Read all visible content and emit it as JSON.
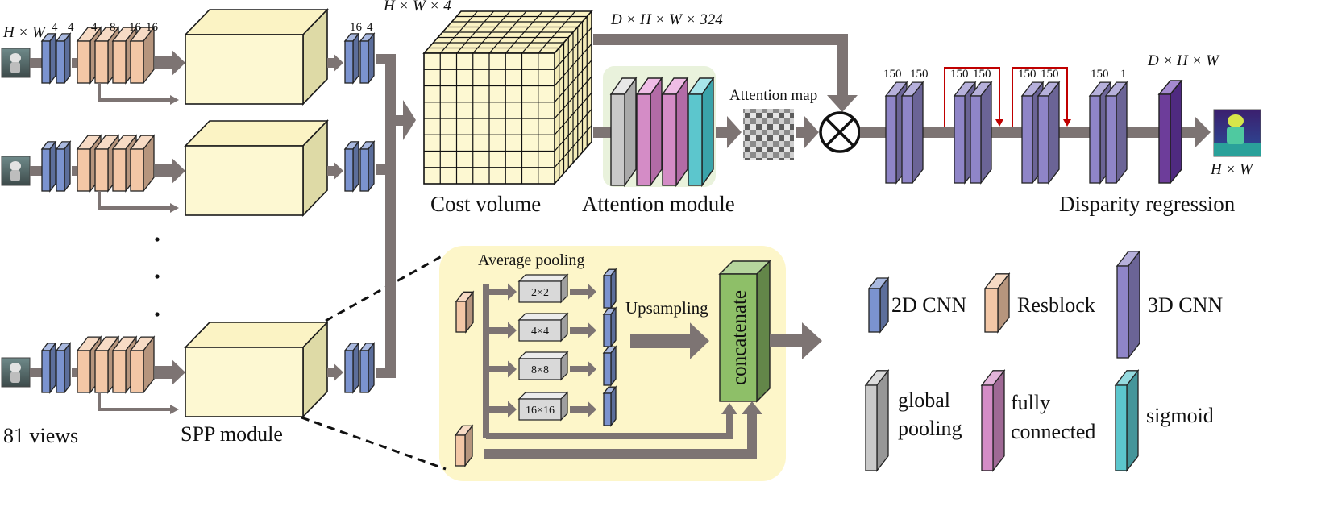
{
  "colors": {
    "cnn2d": "#7b93cf",
    "resblock": "#f3c7a6",
    "cnn3d": "#8f85c8",
    "global_pool": "#c9c9c9",
    "fully_connected": "#d48cc6",
    "sigmoid": "#5cc6cd",
    "concat": "#8ebf68",
    "spp_bg": "#fdf6c9",
    "attn_bg": "#e9f2dc",
    "arrow": "#7d7473",
    "skip_arrow": "#c00000"
  },
  "input": {
    "size_label": "H × W",
    "views_label": "81 views",
    "channel_labels": [
      "4",
      "4",
      "4",
      "8",
      "16",
      "16"
    ],
    "post_spp_channel_labels": [
      "16",
      "4"
    ]
  },
  "spp": {
    "module_label": "SPP module",
    "avg_pool_label": "Average pooling",
    "pool_sizes": [
      "2×2",
      "4×4",
      "8×8",
      "16×16"
    ],
    "upsampling_label": "Upsampling",
    "concat_label": "concatenate"
  },
  "cost_volume": {
    "shape_label": "H × W × 4",
    "output_label": "D × H × W × 324",
    "label": "Cost volume"
  },
  "attention": {
    "module_label": "Attention module",
    "map_label": "Attention map"
  },
  "regression": {
    "label": "Disparity regression",
    "channel_labels": [
      "150",
      "150",
      "150",
      "150",
      "150",
      "150",
      "150",
      "1"
    ],
    "shape_label": "D × H × W",
    "output_label": "H × W"
  },
  "legend": [
    {
      "label": "2D CNN",
      "icon": "cnn2d-icon"
    },
    {
      "label": "Resblock",
      "icon": "resblock-icon"
    },
    {
      "label": "3D CNN",
      "icon": "cnn3d-icon"
    },
    {
      "label_lines": [
        "global",
        "pooling"
      ],
      "icon": "global-pooling-icon"
    },
    {
      "label_lines": [
        "fully",
        "connected"
      ],
      "icon": "fully-connected-icon"
    },
    {
      "label": "sigmoid",
      "icon": "sigmoid-icon"
    }
  ]
}
